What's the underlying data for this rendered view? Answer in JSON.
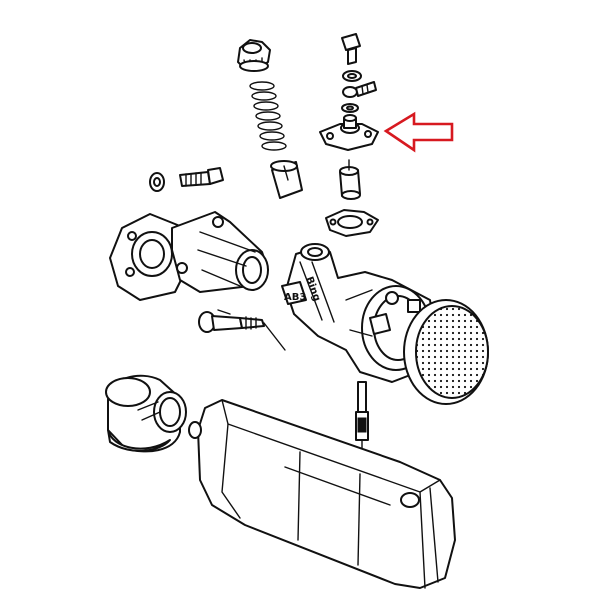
{
  "colors": {
    "ink": "#111111",
    "paper": "#ffffff",
    "highlight_arrow": "#d71920"
  },
  "stamps": {
    "body_badge": "AB3",
    "body_brand": "Bing"
  },
  "highlighted_part": "float-chamber-cover"
}
